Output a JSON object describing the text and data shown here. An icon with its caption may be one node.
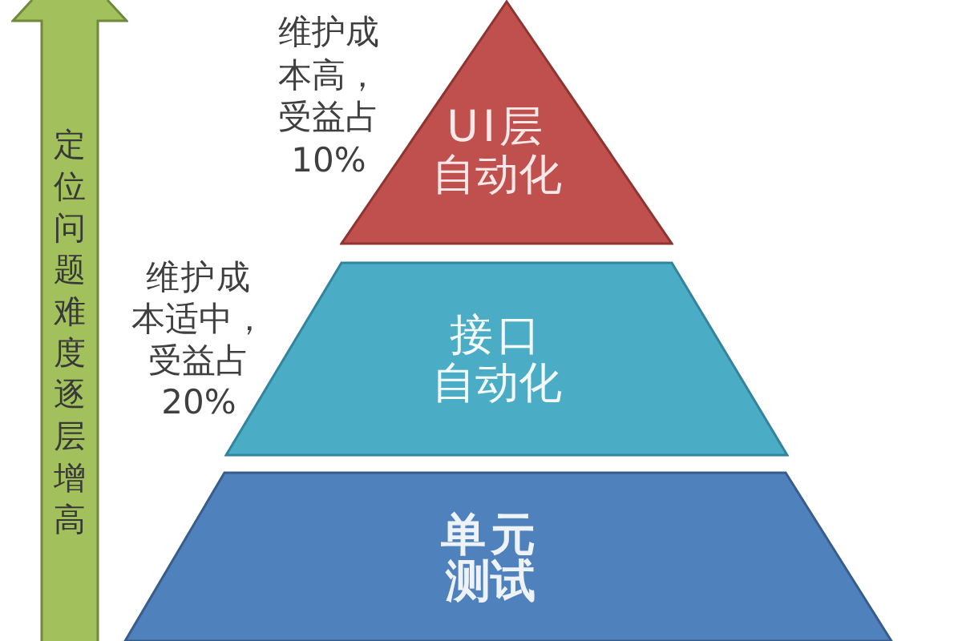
{
  "diagram": {
    "nodes": [
      {
        "text": [
          "UI层自动化"
        ],
        "beside": [
          "维护成本高，受益占10%"
        ]
      },
      {
        "text": [
          "接口自动化"
        ],
        "beside": [
          "维护成本适中，受益占20%"
        ]
      },
      {
        "text": [
          "单元测试"
        ]
      }
    ],
    "labels": [
      "定位问题难度逐层增高"
    ]
  }
}
